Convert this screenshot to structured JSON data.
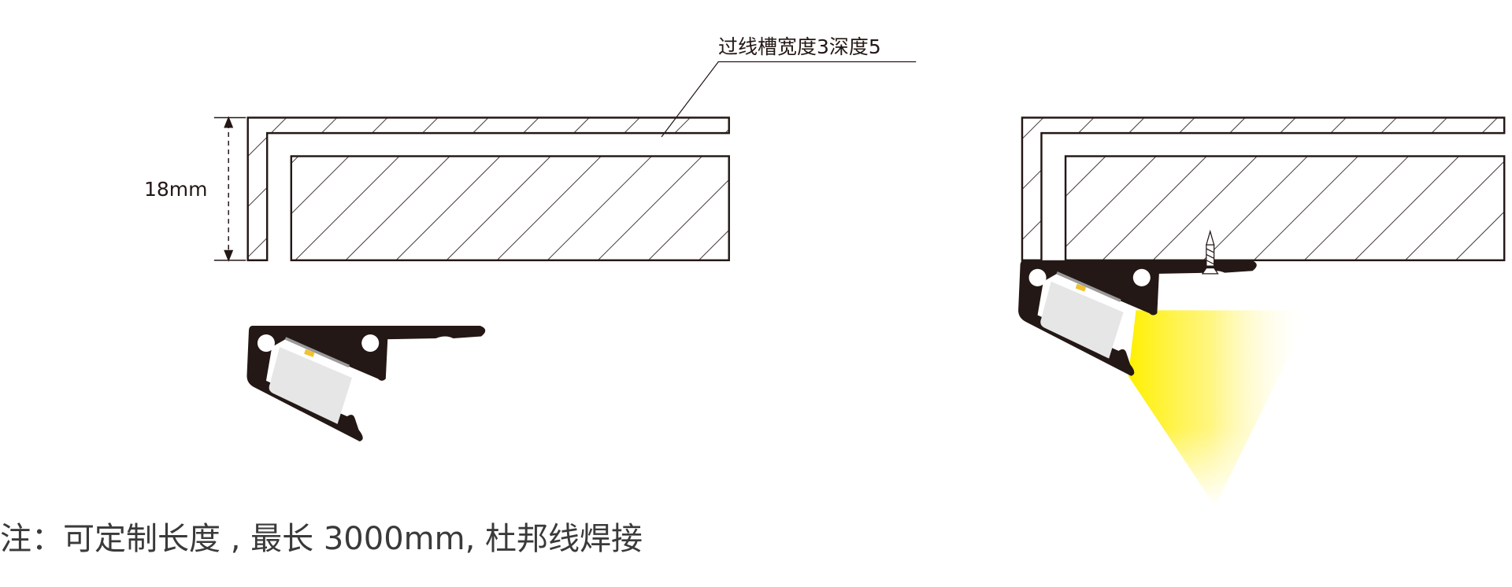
{
  "diagram": {
    "groove_label": "过线槽宽度3深度5",
    "height_label": "18mm",
    "note": "注：可定制长度 , 最长 3000mm, 杜邦线焊接"
  },
  "colors": {
    "profile": "#231815",
    "diffuser": "#e6e6e6",
    "led": "#f2c230",
    "light": "#fff200",
    "line": "#231815"
  }
}
